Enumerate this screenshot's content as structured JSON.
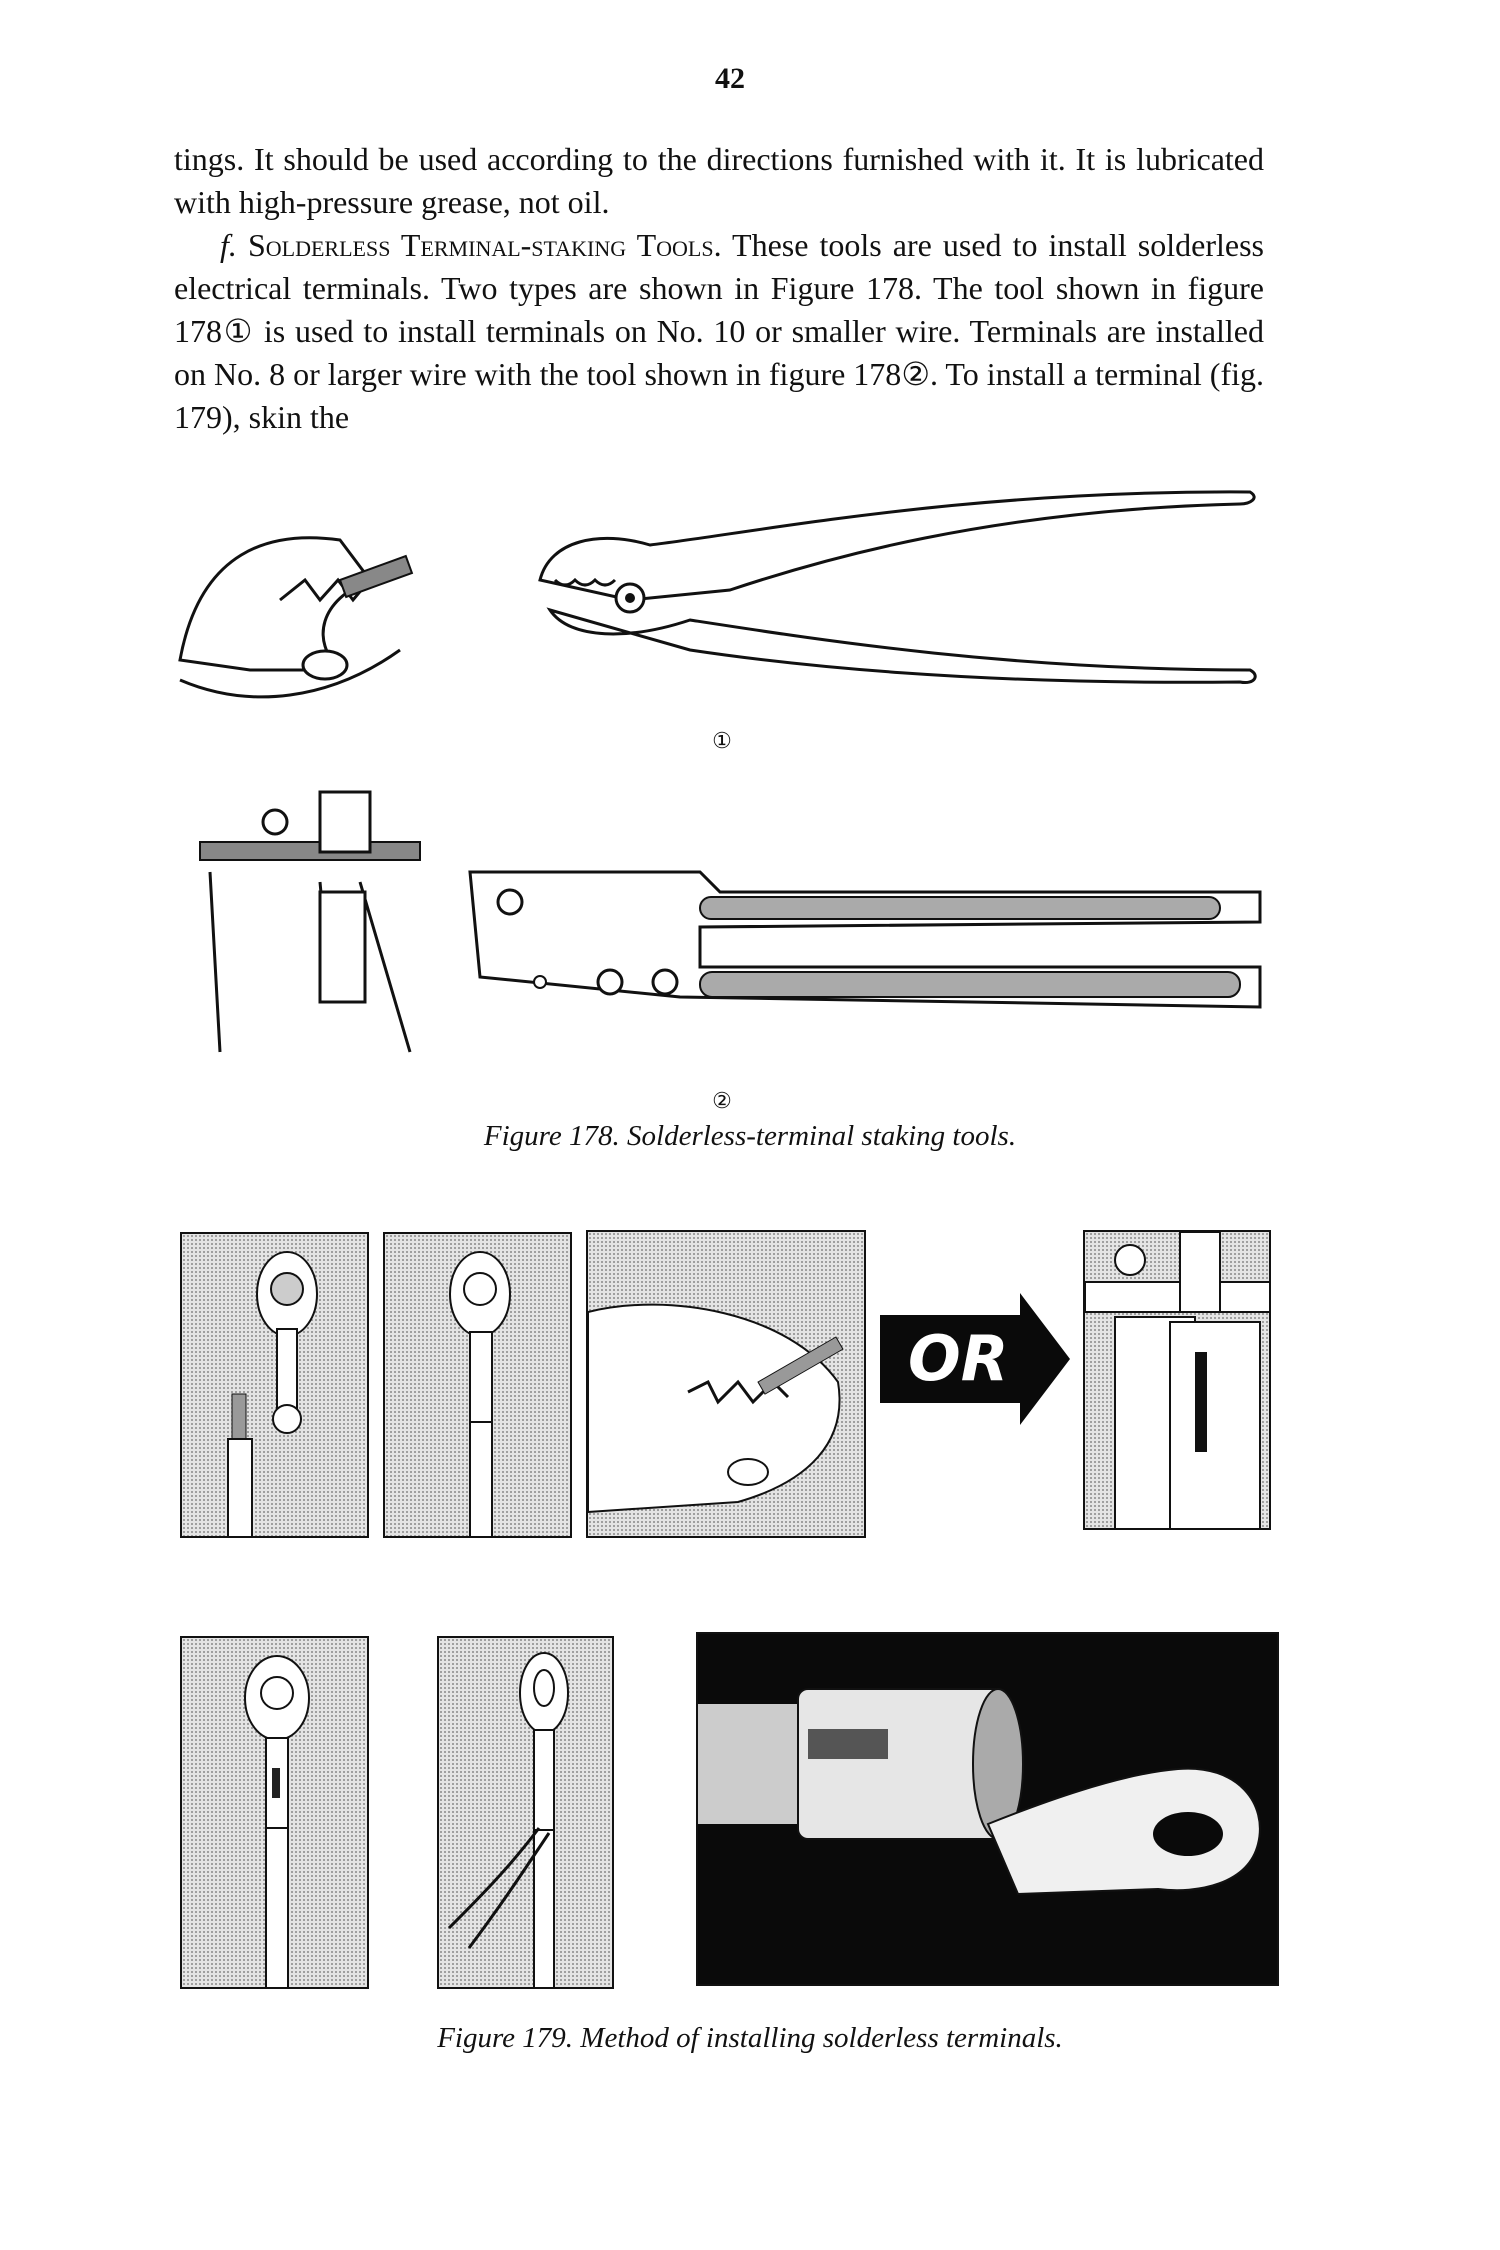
{
  "page_number": "42",
  "paragraphs": [
    "tings. It should be used according to the directions furnished with it. It is lubricated with high-pressure grease, not oil.",
    {
      "lead": "f.",
      "heading": "Solderless Terminal-staking Tools.",
      "text": " These tools are used to install solderless electrical terminals. Two types are shown in Figure 178. The tool shown in figure 178① is used to install terminals on No. 10 or smaller wire. Terminals are installed on No. 8 or larger wire with the tool shown in figure 178②. To install a terminal (fig. 179), skin the"
    }
  ],
  "figure178": {
    "label1": "①",
    "label2": "②",
    "caption": "Figure 178.  Solderless-terminal staking tools."
  },
  "figure179": {
    "or_label": "OR",
    "caption": "Figure 179.  Method of installing solderless terminals."
  }
}
